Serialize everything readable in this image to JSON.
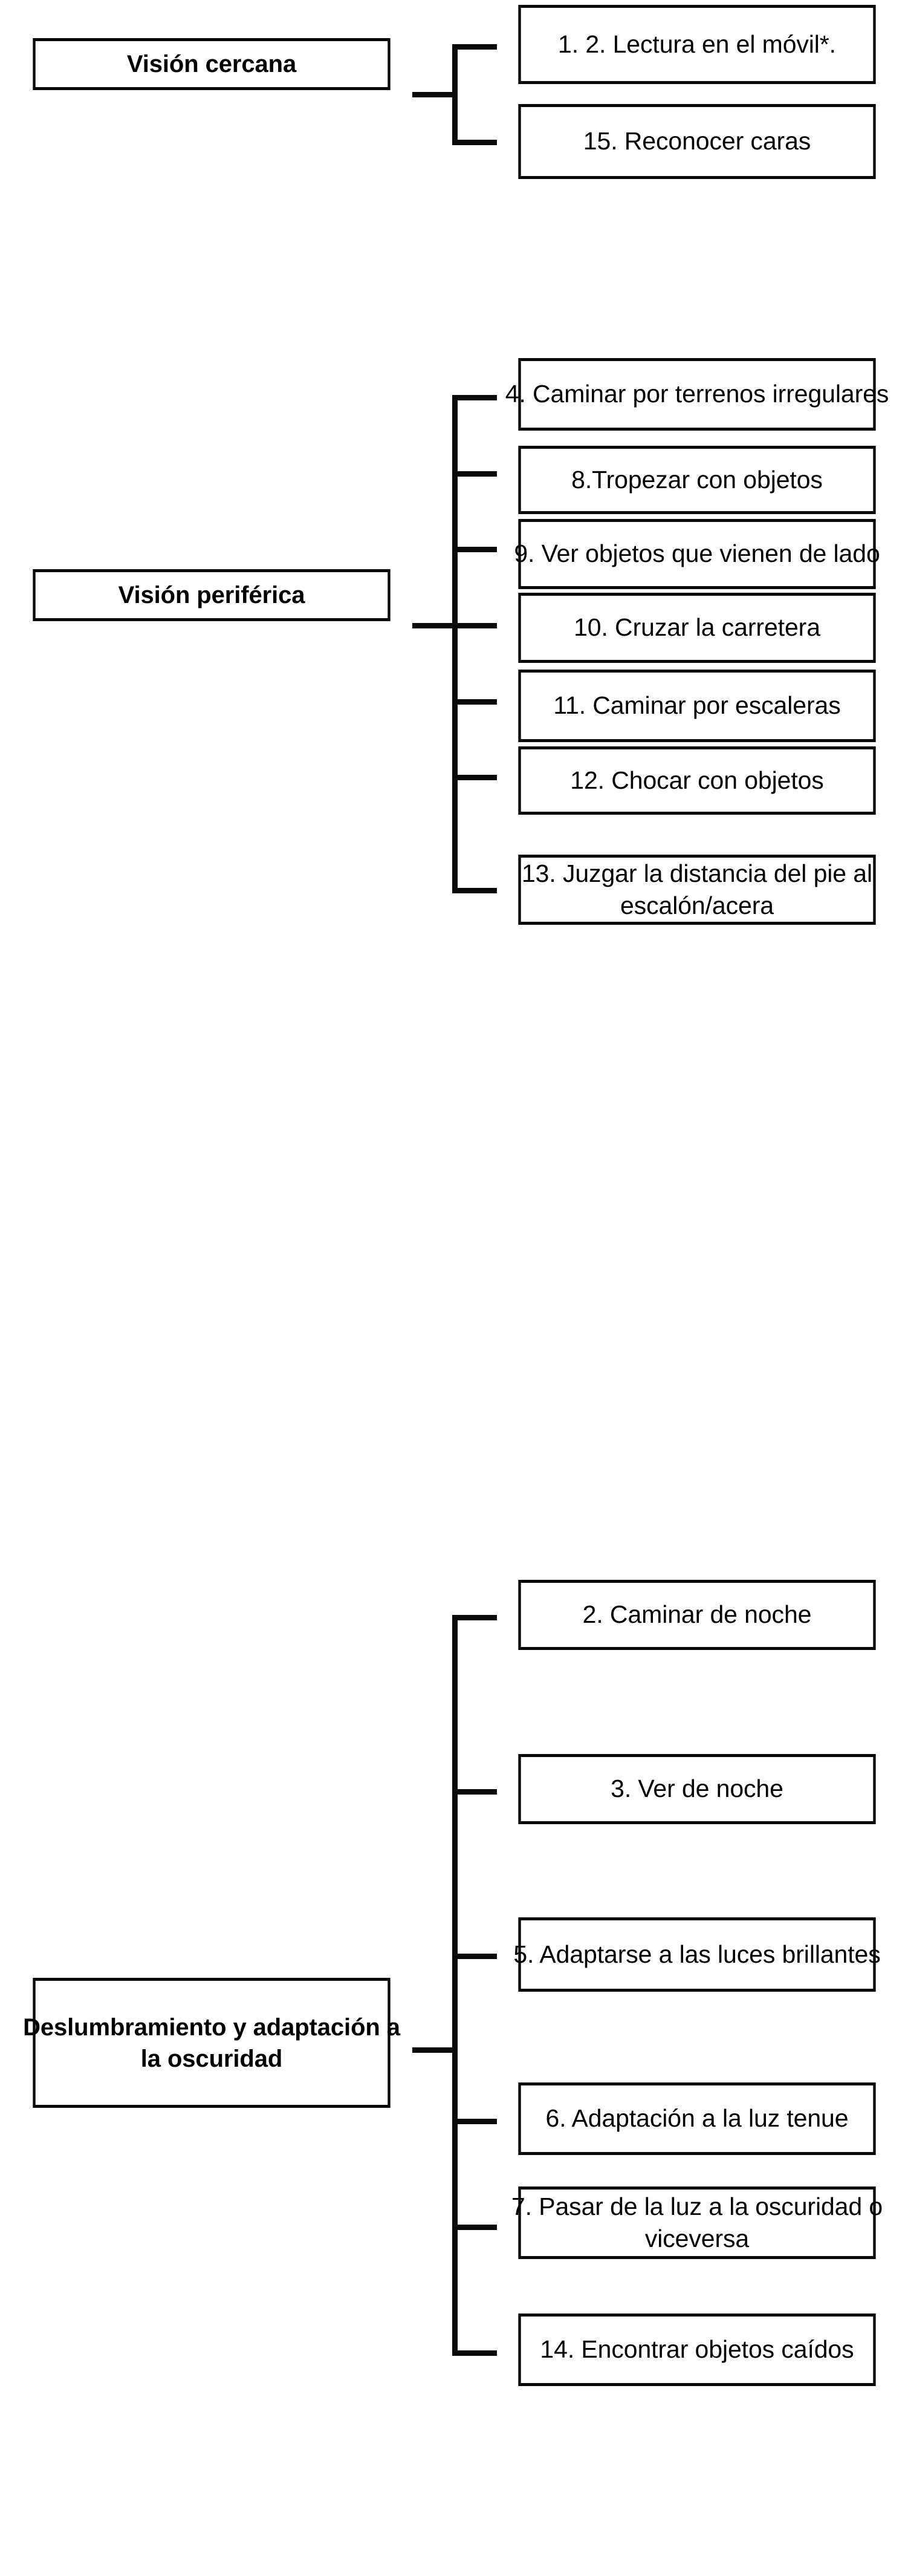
{
  "diagram": {
    "title": "Agrupacion de tareas visuales por dominio de vision",
    "type": "hierarchy-tree",
    "orientation": "left-to-right",
    "colors": {
      "background": "#ffffff",
      "box_fill": "#ffffff",
      "box_border": "#0a0a0a",
      "connector": "#0a0a0a",
      "text": "#000000"
    },
    "groups": [
      {
        "id": "vision-cercana",
        "parent": {
          "label": "Visión cercana"
        },
        "children": [
          {
            "index": 0,
            "label": "1. 2. Lectura en el móvil*."
          },
          {
            "index": 1,
            "label": "15. Reconocer caras"
          }
        ]
      },
      {
        "id": "vision-periferica",
        "parent": {
          "label": "Visión periférica"
        },
        "children": [
          {
            "index": 0,
            "label": "4. Caminar por terrenos irregulares"
          },
          {
            "index": 1,
            "label": "8.Tropezar con objetos"
          },
          {
            "index": 2,
            "label": "9. Ver objetos que vienen de lado"
          },
          {
            "index": 3,
            "label": "10. Cruzar la carretera"
          },
          {
            "index": 4,
            "label": "11. Caminar por escaleras"
          },
          {
            "index": 5,
            "label": "12. Chocar con objetos"
          },
          {
            "index": 6,
            "label": "13. Juzgar la distancia del pie al escalón/acera"
          }
        ]
      },
      {
        "id": "deslumbramiento-adaptacion-oscuridad",
        "parent": {
          "label": "Deslumbramiento y adaptación a la oscuridad"
        },
        "children": [
          {
            "index": 0,
            "label": "2. Caminar de noche"
          },
          {
            "index": 1,
            "label": "3. Ver de noche"
          },
          {
            "index": 2,
            "label": "5. Adaptarse a las luces brillantes"
          },
          {
            "index": 3,
            "label": "6. Adaptación a la luz tenue"
          },
          {
            "index": 4,
            "label": "7. Pasar de la luz a la oscuridad o viceversa"
          },
          {
            "index": 5,
            "label": "14. Encontrar objetos caídos"
          }
        ]
      }
    ]
  }
}
